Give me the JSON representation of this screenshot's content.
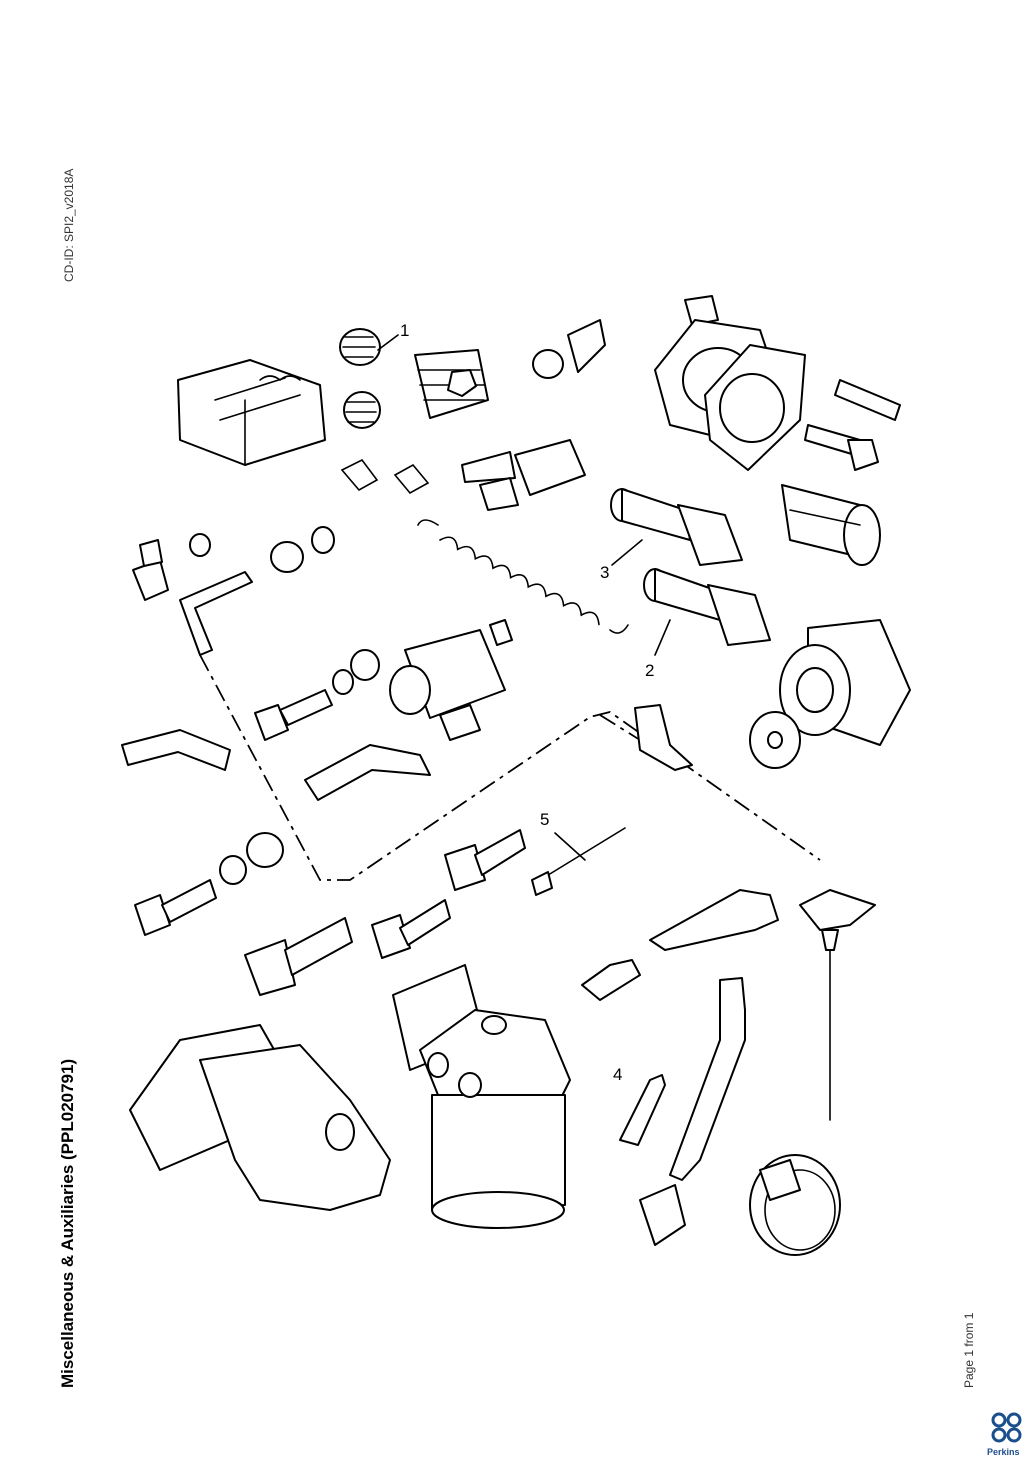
{
  "document": {
    "cd_id": "CD-ID: SPI2_v2018A",
    "title": "Miscellaneous & Auxiliaries (PPL020791)",
    "page_indicator": "Page 1 from 1"
  },
  "drawing": {
    "callouts": [
      "1",
      "2",
      "3",
      "4",
      "5"
    ]
  },
  "brand": {
    "name": "Perkins",
    "color": "#1b4e8c"
  }
}
